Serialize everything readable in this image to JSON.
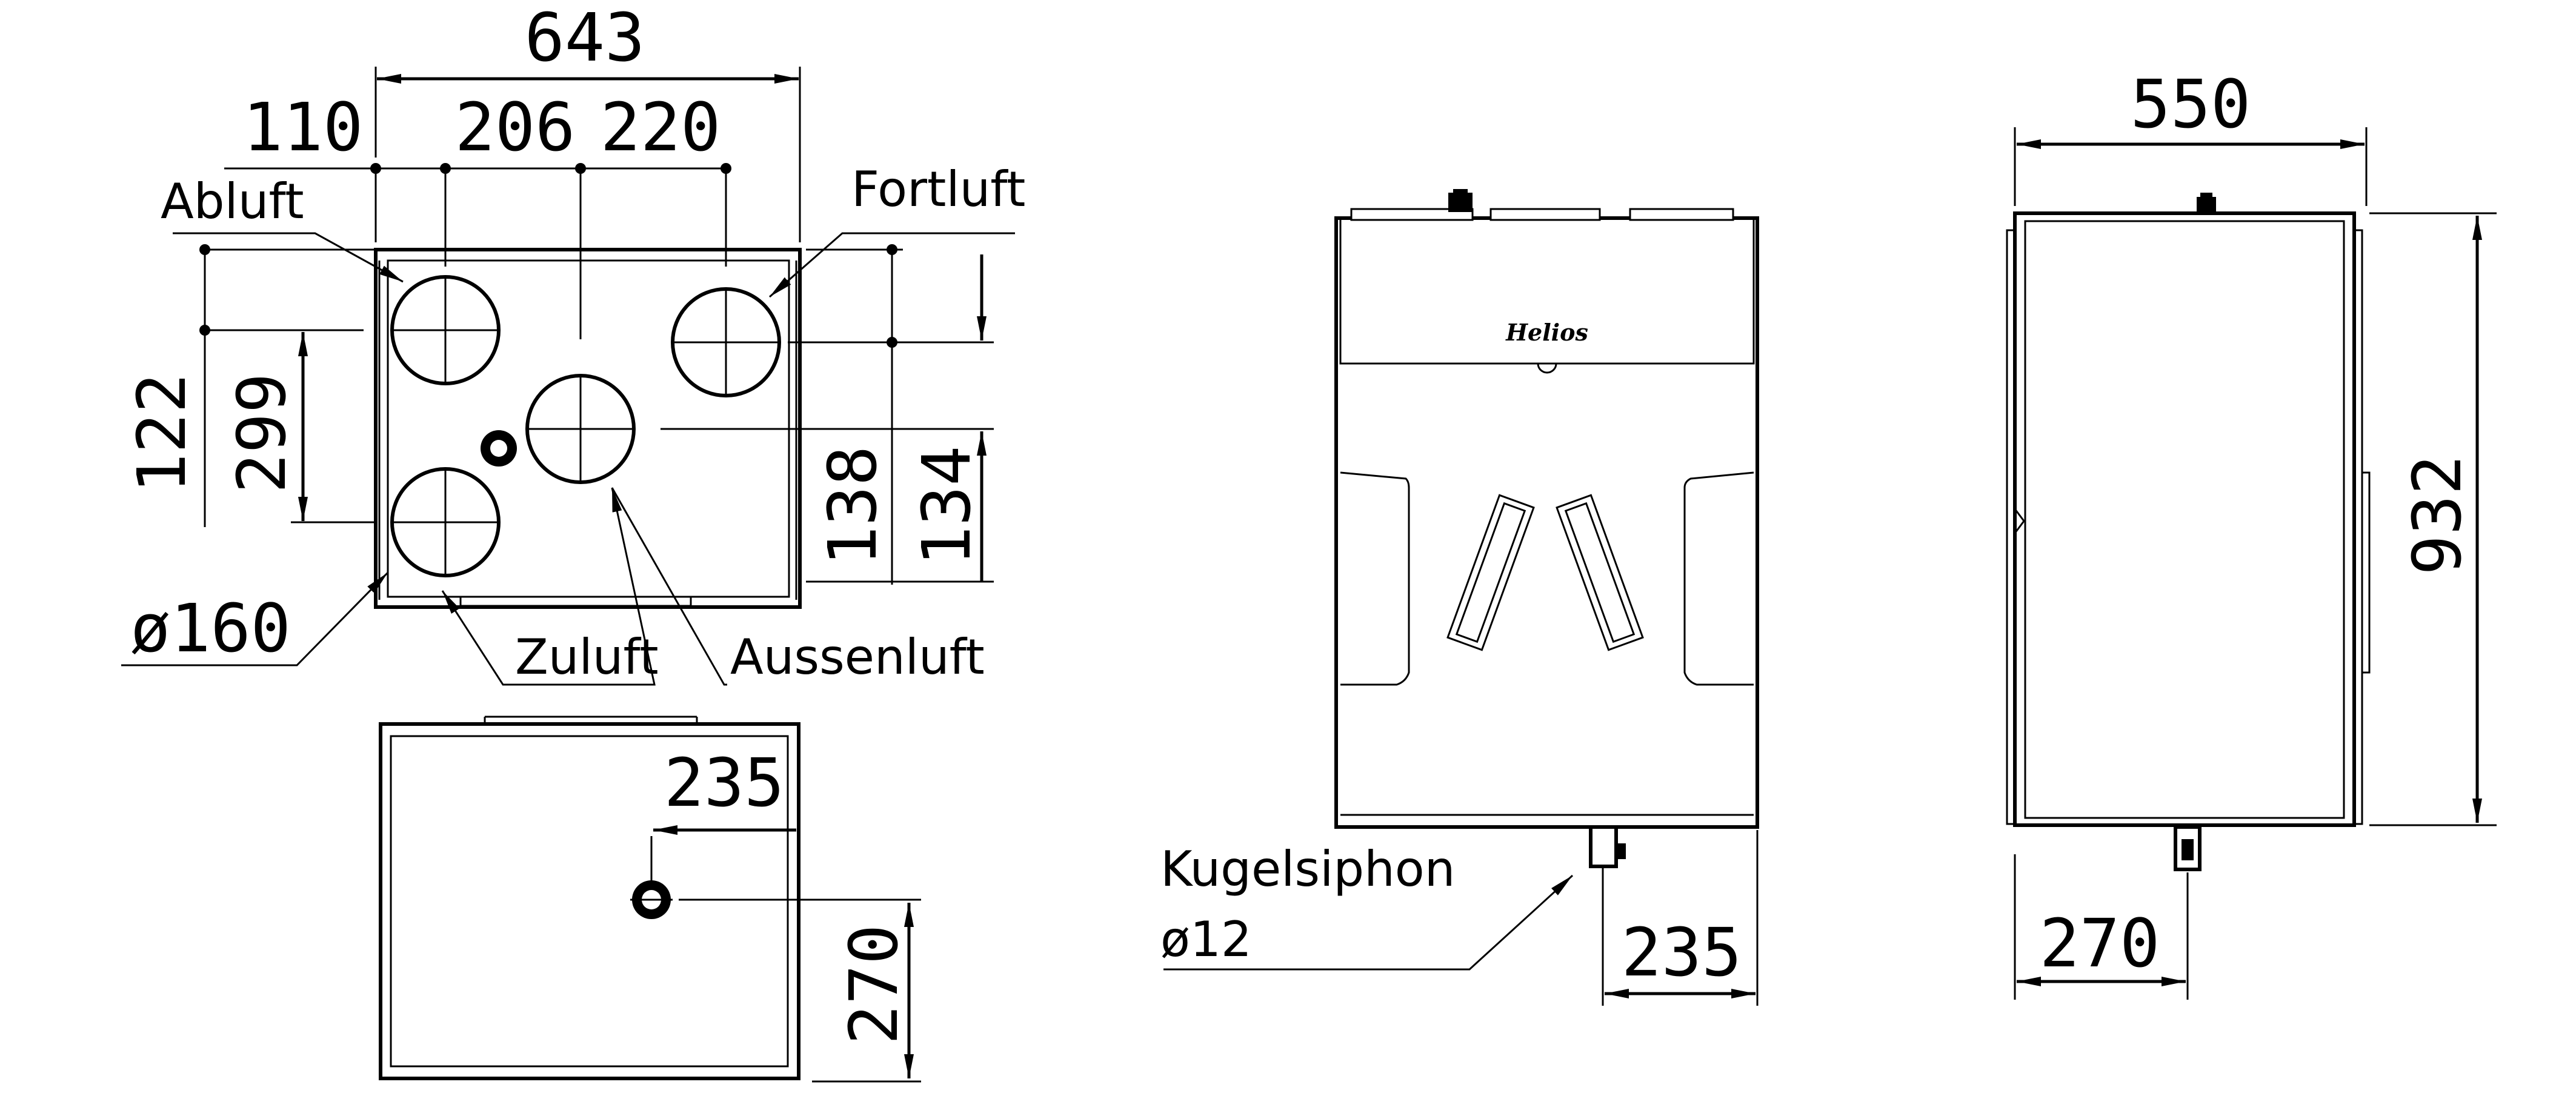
{
  "dimensions": {
    "total_width": "643",
    "spacing_a": "110",
    "spacing_b": "206",
    "spacing_c": "220",
    "left_top": "122",
    "left_spacing": "299",
    "right_a": "138",
    "right_b": "134",
    "diameter": "ø160",
    "bottom_offset_x": "235",
    "bottom_offset_y": "270",
    "front_siphon_offset": "235",
    "side_width": "550",
    "side_height": "932",
    "side_siphon_offset": "270"
  },
  "labels": {
    "abluft": "Abluft",
    "fortluft": "Fortluft",
    "zuluft": "Zuluft",
    "aussenluft": "Aussenluft",
    "kugelsiphon": "Kugelsiphon",
    "siphon_diameter": "ø12",
    "brand": "Helios"
  }
}
